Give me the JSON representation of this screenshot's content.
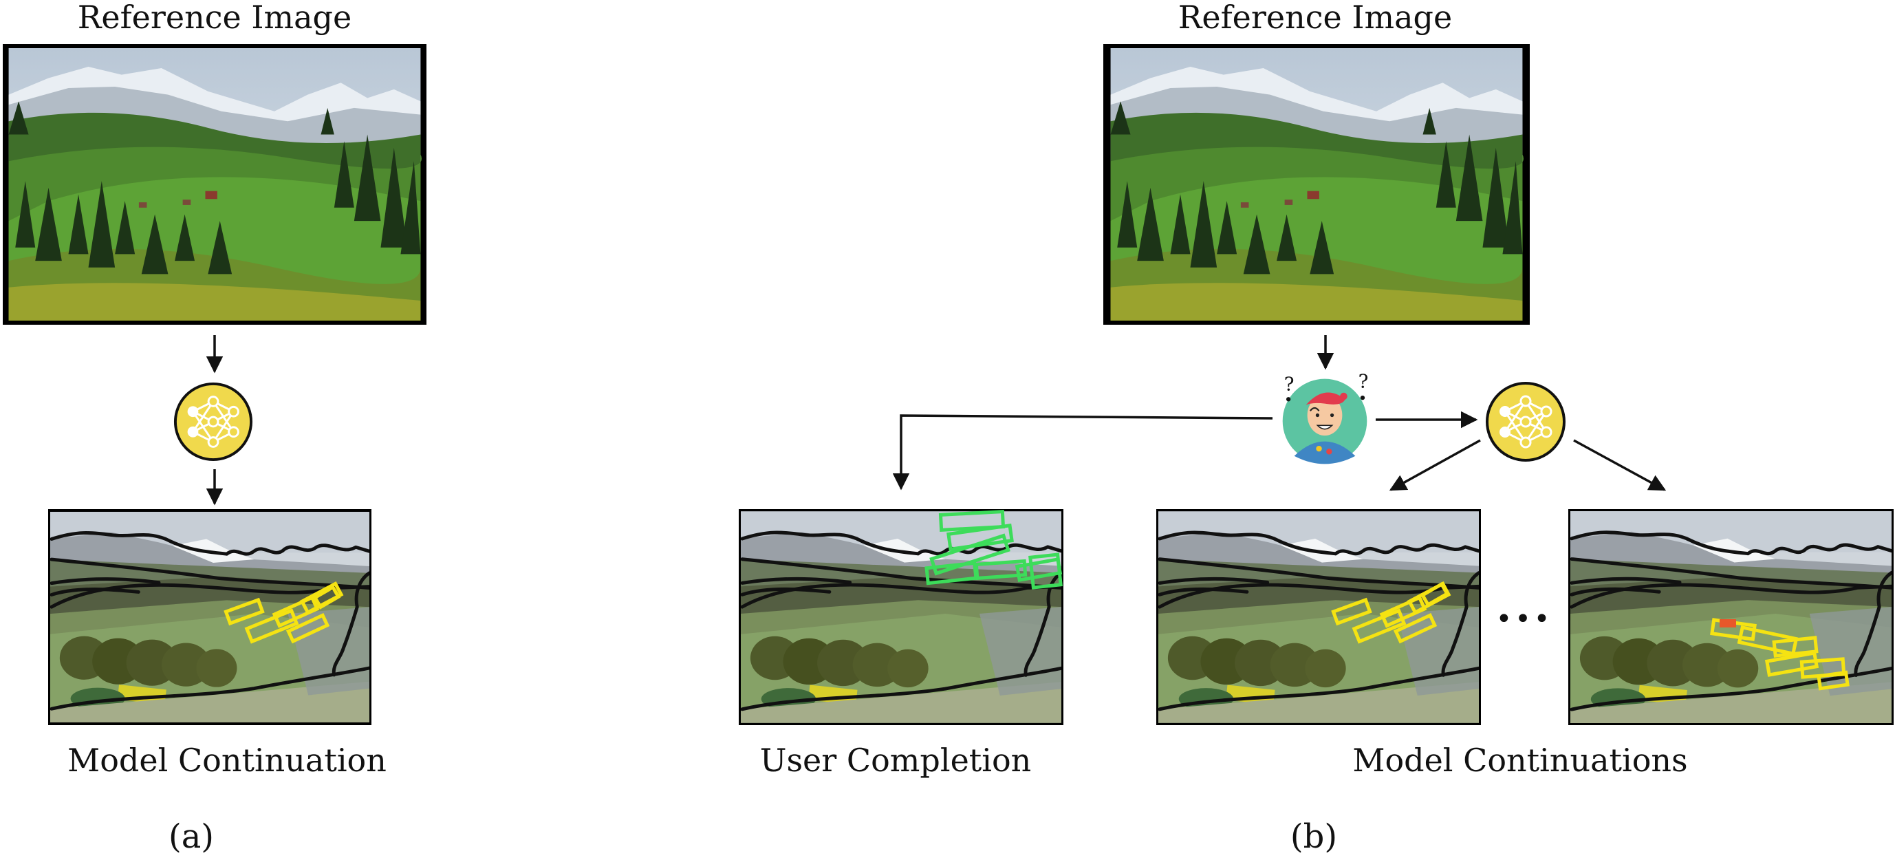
{
  "panel_a": {
    "reference_label": "Reference Image",
    "output_label": "Model Continuation",
    "panel_tag": "(a)"
  },
  "panel_b": {
    "reference_label": "Reference Image",
    "user_label": "User Completion",
    "model_label": "Model Continuations",
    "ellipsis": "•••",
    "panel_tag": "(b)"
  },
  "colors": {
    "model_node_fill": "#f0d94c",
    "user_node_fill": "#5cc4a2",
    "model_stroke_highlight": "#f5e312",
    "user_stroke_highlight": "#3ddc5a",
    "arrow": "#111111"
  },
  "icons": {
    "model": "neural-network-icon",
    "user": "artist-user-icon"
  }
}
